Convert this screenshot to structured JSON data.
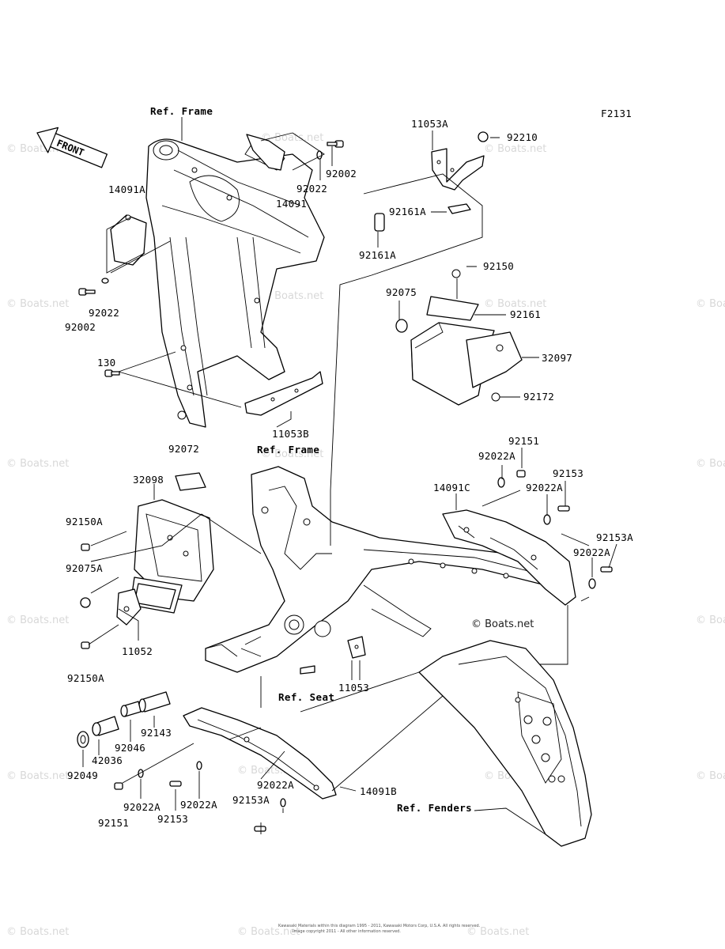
{
  "figure_id": "F2131",
  "front_arrow_label": "FRONT",
  "watermark": "© Boats.net",
  "footer": {
    "line1": "Kawasaki Materials within this diagram 1995 - 2011, Kawasaki Motors Corp, U.S.A. All rights reserved.",
    "line2": "Image copyright 2011 - All other information  reserved."
  },
  "refs": {
    "frame_top": "Ref. Frame",
    "frame_mid": "Ref. Frame",
    "seat": "Ref. Seat",
    "fenders": "Ref. Fenders"
  },
  "callouts": {
    "p11053A": "11053A",
    "p92210": "92210",
    "p92161A_1": "92161A",
    "p92161A_2": "92161A",
    "p14091A": "14091A",
    "p92002_top": "92002",
    "p92022_top": "92022",
    "p14091": "14091",
    "p92022_left": "92022",
    "p92002_left": "92002",
    "p130": "130",
    "p11053B": "11053B",
    "p92150": "92150",
    "p92075": "92075",
    "p92161": "92161",
    "p32097": "32097",
    "p92172": "92172",
    "p92072": "92072",
    "p32098": "32098",
    "p92150A_1": "92150A",
    "p92075A": "92075A",
    "p11052": "11052",
    "p92150A_2": "92150A",
    "p92151_top": "92151",
    "p92022A_1": "92022A",
    "p92153": "92153",
    "p14091C": "14091C",
    "p92022A_2": "92022A",
    "p92153A_1": "92153A",
    "p92022A_3": "92022A",
    "p11053": "11053",
    "p92143": "92143",
    "p92046": "92046",
    "p42036": "42036",
    "p92049": "92049",
    "p92022A_4": "92022A",
    "p92151_bot": "92151",
    "p92022A_5": "92022A",
    "p92153_bot": "92153",
    "p92022A_6": "92022A",
    "p14091B": "14091B",
    "p92153A_2": "92153A"
  }
}
